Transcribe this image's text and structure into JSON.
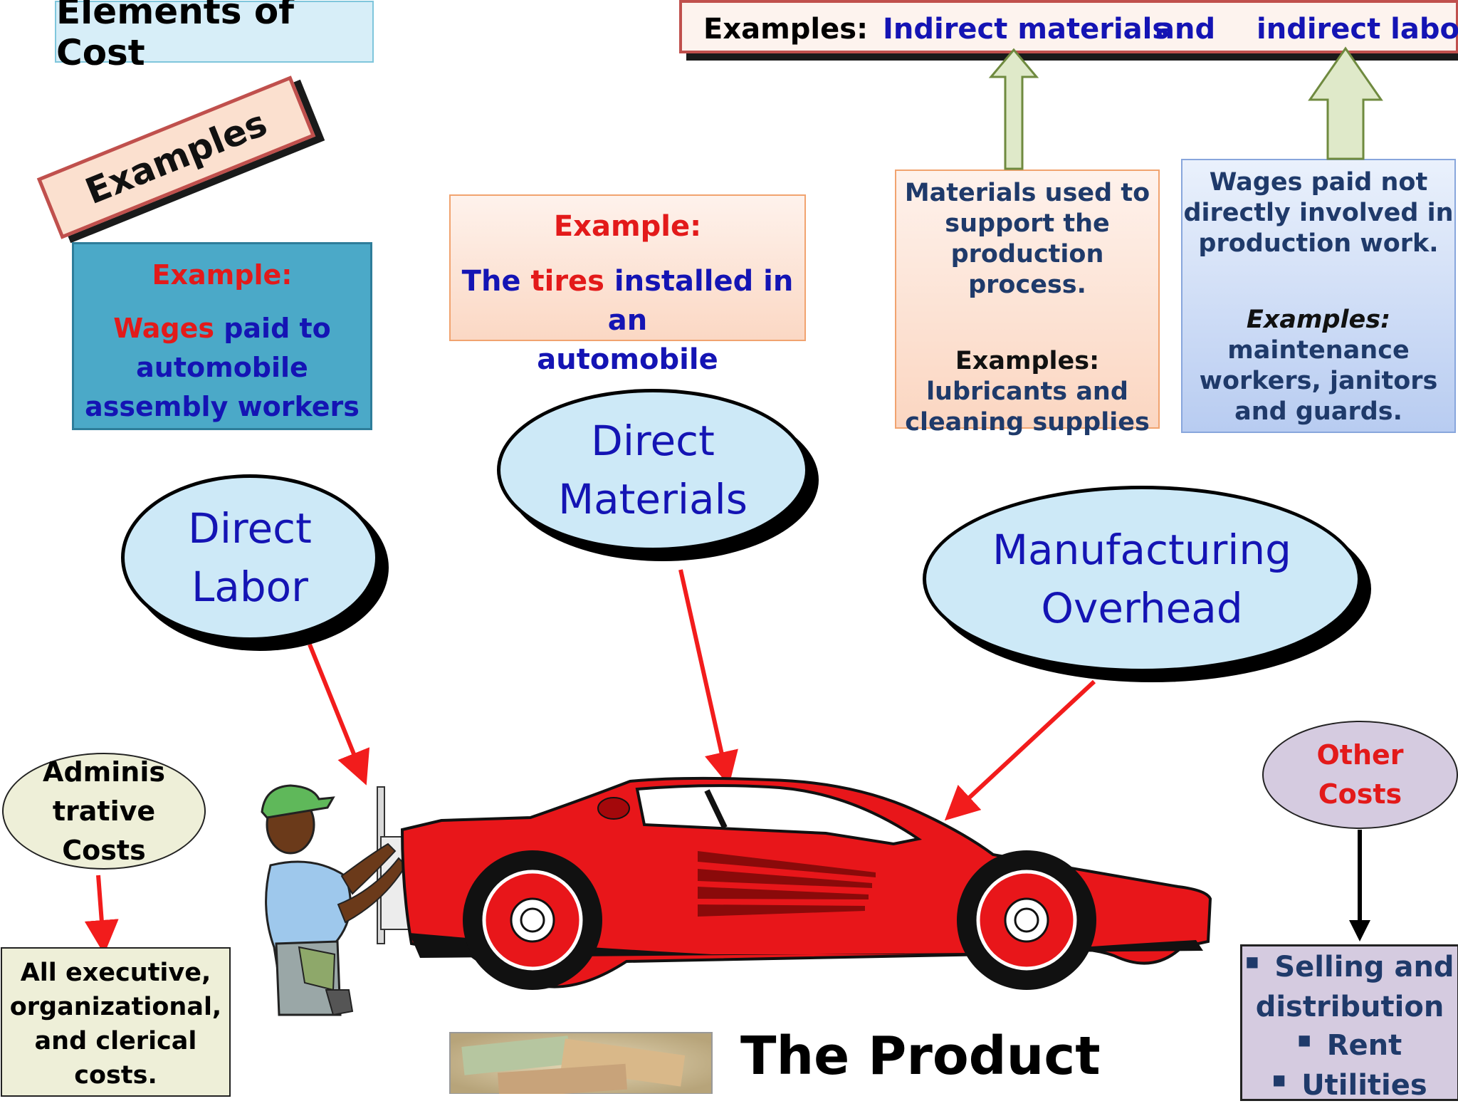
{
  "title": "Elements of Cost",
  "top_banner": {
    "lead": "Examples:",
    "item1": "Indirect materials",
    "conj": "and",
    "item2": "indirect labor"
  },
  "examples_tag": "Examples",
  "labor_example": {
    "heading": "Example:",
    "word_red": "Wages",
    "line1_rest": " paid to",
    "line2": "automobile",
    "line3": "assembly workers"
  },
  "materials_example": {
    "heading": "Example:",
    "pre": "The ",
    "word_red": "tires",
    "post": " installed in an",
    "line2": "automobile"
  },
  "indirect_materials": {
    "line1": "Materials used to",
    "line2": "support the",
    "line3": "production process.",
    "examples_label": "Examples:",
    "ex1": "lubricants and",
    "ex2": "cleaning supplies"
  },
  "indirect_labor": {
    "line1": "Wages paid not",
    "line2": "directly involved in",
    "line3": "production work.",
    "examples_label": "Examples:",
    "ex1": "maintenance",
    "ex2": "workers, janitors",
    "ex3": "and guards."
  },
  "ellipses": {
    "direct_labor": [
      "Direct",
      "Labor"
    ],
    "direct_materials": [
      "Direct",
      "Materials"
    ],
    "overhead": [
      "Manufacturing",
      "Overhead"
    ]
  },
  "admin": {
    "ellipse": [
      "Adminis",
      "trative",
      "Costs"
    ],
    "desc": [
      "All executive,",
      "organizational,",
      "and clerical",
      "costs."
    ]
  },
  "other": {
    "ellipse": [
      "Other",
      "Costs"
    ],
    "items": [
      "Selling and",
      "distribution",
      "Rent",
      "Utilities"
    ]
  },
  "product_label": "The Product",
  "colors": {
    "arrow_red": "#f21c1c",
    "car_red": "#e8161a",
    "ellipse_fill": "#cde9f7",
    "text_blue": "#1414b4",
    "accent_red": "#e31a1a"
  }
}
